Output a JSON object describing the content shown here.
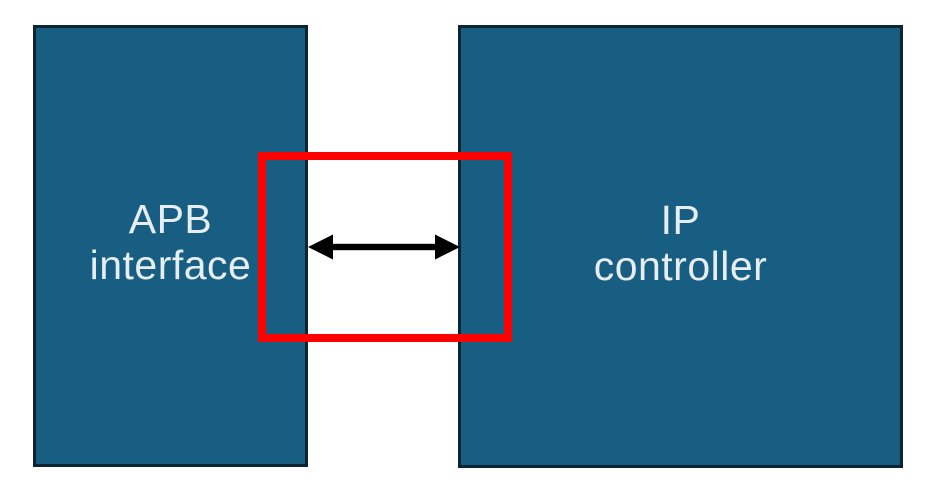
{
  "diagram": {
    "left_box": {
      "line1": "APB",
      "line2": "interface"
    },
    "right_box": {
      "line1": "IP",
      "line2": "controller"
    },
    "arrow": {
      "type": "double-headed",
      "orientation": "horizontal"
    },
    "colors": {
      "background": "#ffffff",
      "box_fill": "#175e82",
      "box_border": "#0d2433",
      "highlight_red": "#ff0000",
      "arrow_black": "#000000",
      "text": "#e7eef3"
    }
  }
}
